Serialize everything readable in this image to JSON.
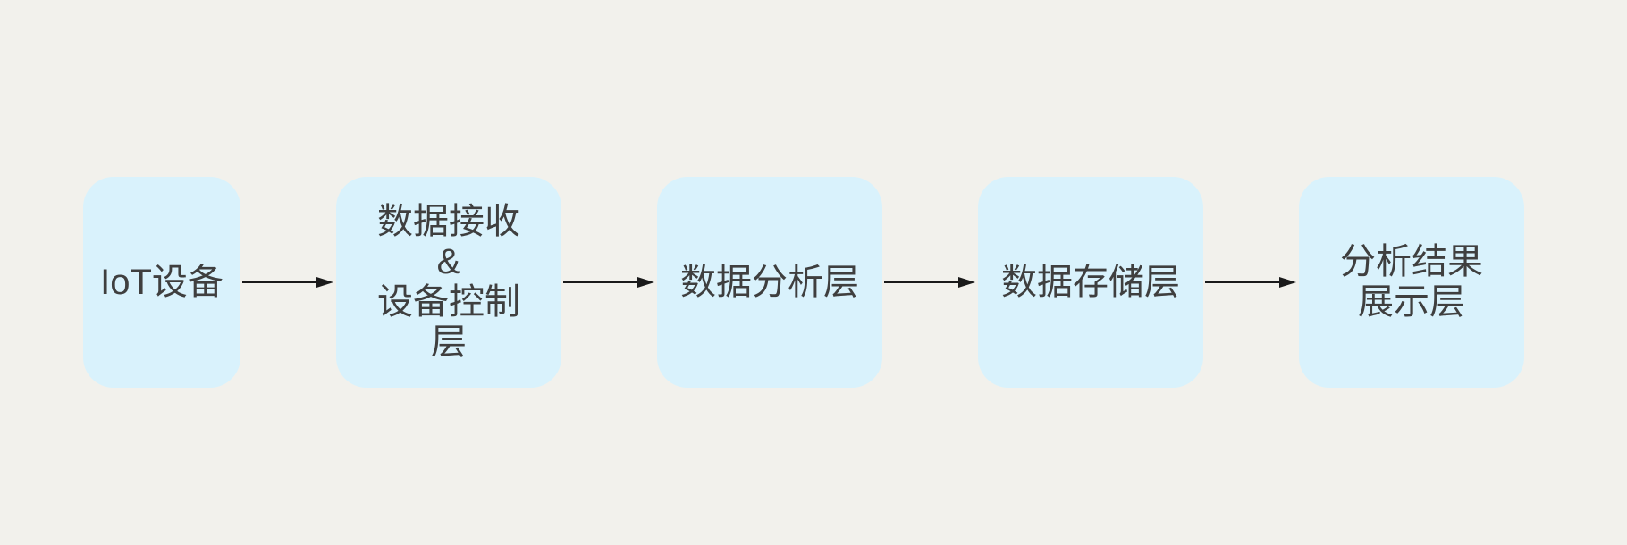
{
  "diagram": {
    "type": "flowchart",
    "direction": "left-to-right",
    "colors": {
      "background": "#F2F1EC",
      "node_fill": "#D9F2FC",
      "node_text": "#3F3F3F",
      "arrow": "#1A1A1A"
    },
    "nodes": [
      {
        "id": "iot-device",
        "label": "IoT设备",
        "lines": [
          "IoT设备"
        ]
      },
      {
        "id": "data-receive-device-control-layer",
        "label": "数据接收 & 设备控制层",
        "lines": [
          "数据接收",
          "&",
          "设备控制",
          "层"
        ]
      },
      {
        "id": "data-analysis-layer",
        "label": "数据分析层",
        "lines": [
          "数据分析层"
        ]
      },
      {
        "id": "data-storage-layer",
        "label": "数据存储层",
        "lines": [
          "数据存储层"
        ]
      },
      {
        "id": "analysis-result-display-layer",
        "label": "分析结果 展示层",
        "lines": [
          "分析结果",
          "展示层"
        ]
      }
    ],
    "connections": [
      {
        "from": "iot-device",
        "to": "data-receive-device-control-layer",
        "style": "arrow-right"
      },
      {
        "from": "data-receive-device-control-layer",
        "to": "data-analysis-layer",
        "style": "arrow-right"
      },
      {
        "from": "data-analysis-layer",
        "to": "data-storage-layer",
        "style": "arrow-right"
      },
      {
        "from": "data-storage-layer",
        "to": "analysis-result-display-layer",
        "style": "arrow-right"
      }
    ]
  }
}
